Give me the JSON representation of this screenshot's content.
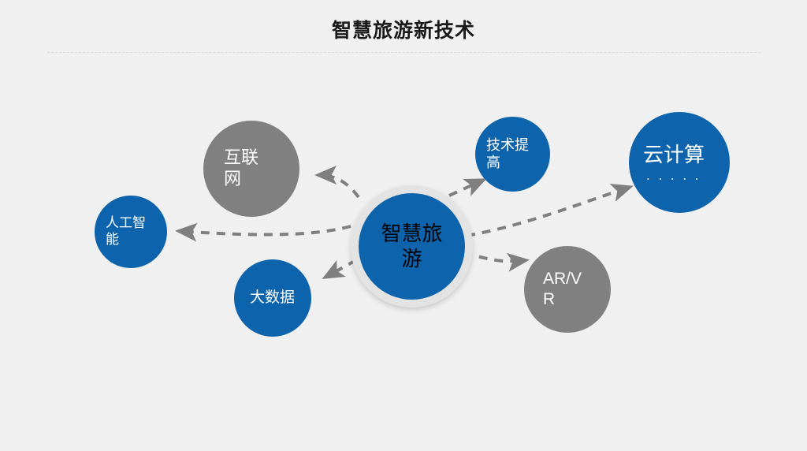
{
  "slide": {
    "title": "智慧旅游新技术",
    "background_color": "#f0f0f0",
    "accent_blue": "#0e64ac",
    "accent_gray": "#808080",
    "connector_color": "#7f7f7f"
  },
  "diagram": {
    "type": "radial-relationship",
    "center": {
      "label": "智慧旅游",
      "color": "#0e64ac",
      "shape": "circle",
      "has_halo_ring": true
    },
    "nodes": [
      {
        "id": "internet",
        "label": "互联网",
        "color": "#808080"
      },
      {
        "id": "ai",
        "label": "人工智能",
        "color": "#0e64ac"
      },
      {
        "id": "bigdata",
        "label": "大数据",
        "color": "#0e64ac"
      },
      {
        "id": "tech",
        "label": "技术提高",
        "color": "#0e64ac"
      },
      {
        "id": "cloud",
        "label": "云计算",
        "dots": ". . . . .",
        "color": "#0e64ac"
      },
      {
        "id": "arvr",
        "label": "AR/VR",
        "color": "#808080"
      }
    ],
    "connectors": [
      {
        "from": "center",
        "to": "internet",
        "style": "dashed",
        "arrow": "end"
      },
      {
        "from": "center",
        "to": "ai",
        "style": "dashed",
        "arrow": "end"
      },
      {
        "from": "center",
        "to": "bigdata",
        "style": "dashed",
        "arrow": "end"
      },
      {
        "from": "center",
        "to": "tech",
        "style": "dashed",
        "arrow": "end"
      },
      {
        "from": "center",
        "to": "cloud",
        "style": "dashed",
        "arrow": "end"
      },
      {
        "from": "center",
        "to": "arvr",
        "style": "dashed",
        "arrow": "end"
      }
    ]
  }
}
